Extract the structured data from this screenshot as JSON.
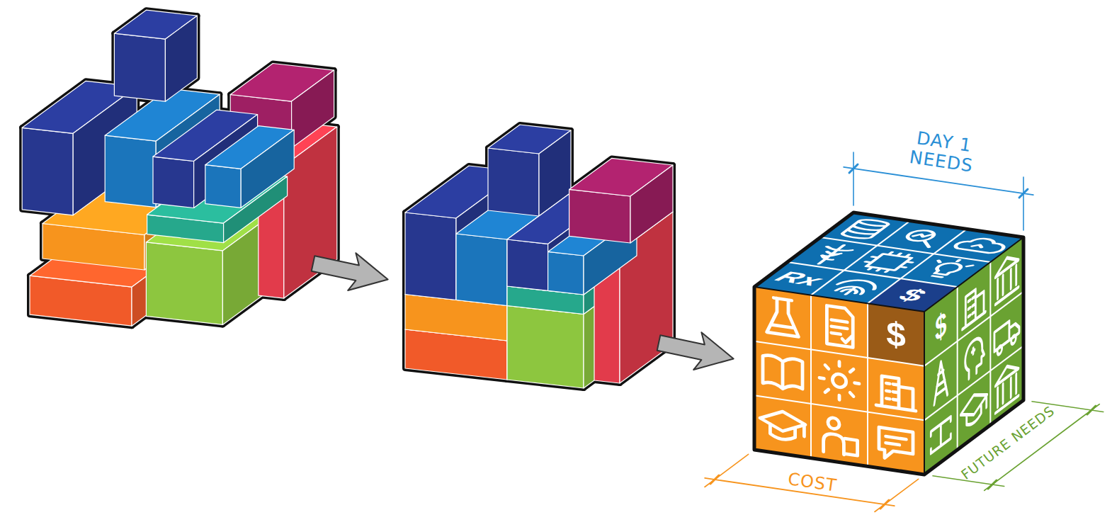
{
  "diagram": {
    "labels": [
      "DAY 1 NEEDS",
      "COST",
      "FUTURE NEEDS",
      "Rx",
      "$",
      "$",
      "$"
    ]
  }
}
